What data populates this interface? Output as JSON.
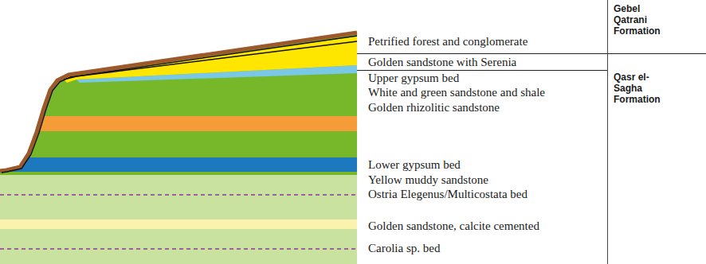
{
  "diagram": {
    "labels": [
      "Petrified forest and conglomerate",
      "Golden sandstone with Serenia",
      "Upper gypsum bed",
      "White and green sandstone and shale",
      "Golden rhizolitic sandstone",
      "Lower gypsum bed",
      "Yellow muddy sandstone",
      "Ostria Elegenus/Multicostata bed",
      "Golden sandstone, calcite cemented",
      "Carolia sp. bed",
      "Gebel Qatrani Formation",
      "Qasr el-Sagha Formation"
    ]
  }
}
